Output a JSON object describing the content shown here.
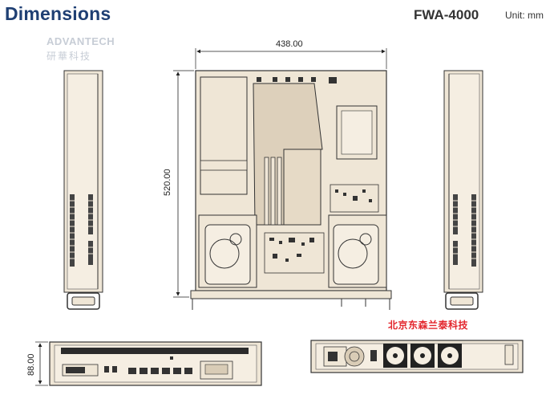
{
  "header": {
    "title": "Dimensions",
    "model": "FWA-4000",
    "unit": "Unit: mm"
  },
  "brand": {
    "logo_text": "ADVANTECH",
    "logo_cn": "研華科技"
  },
  "dimensions": {
    "top_width": "438.00",
    "top_depth": "520.00",
    "front_height": "88.00"
  },
  "watermark": "北京东森兰泰科技",
  "colors": {
    "chassis": "#efe6d6",
    "chassis_dark": "#d9ccb6",
    "outline": "#333333",
    "title": "#1f3f73"
  }
}
